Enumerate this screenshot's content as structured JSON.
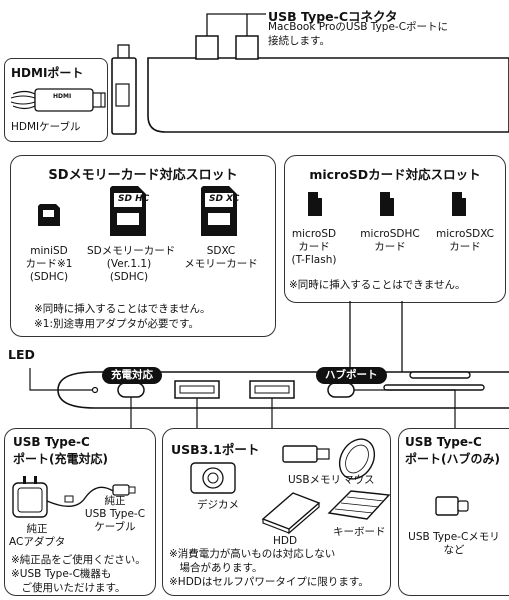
{
  "usbc_connector": {
    "title": "USB Type-Cコネクタ",
    "desc_line1": "MacBook ProのUSB Type-Cポートに",
    "desc_line2": "接続します。"
  },
  "hdmi": {
    "port_title": "HDMIポート",
    "cable_label": "HDMIケーブル",
    "plug_text": "HDMI"
  },
  "sd_section": {
    "title": "SDメモリーカード対応スロット",
    "cards": [
      {
        "line1": "miniSD",
        "line2": "カード※1",
        "line3": "(SDHC)"
      },
      {
        "line1": "SDメモリーカード",
        "line2": "(Ver.1.1)",
        "line3": "(SDHC)"
      },
      {
        "line1": "SDXC",
        "line2": "メモリーカード",
        "line3": ""
      }
    ],
    "note1": "※同時に挿入することはできません。",
    "note2": "※1:別途専用アダプタが必要です。",
    "sdhc_logo": "SD HC",
    "sdxc_logo": "SD XC"
  },
  "microsd_section": {
    "title": "microSDカード対応スロット",
    "cards": [
      {
        "line1": "microSD",
        "line2": "カード",
        "line3": "(T-Flash)"
      },
      {
        "line1": "microSDHC",
        "line2": "カード",
        "line3": ""
      },
      {
        "line1": "microSDXC",
        "line2": "カード",
        "line3": ""
      }
    ],
    "note": "※同時に挿入することはできません。"
  },
  "led_label": "LED",
  "pills": {
    "charging": "充電対応",
    "hub": "ハブポート"
  },
  "usbc_charge": {
    "title1": "USB Type-C",
    "title2": "ポート(充電対応)",
    "adapter_line1": "純正",
    "adapter_line2": "ACアダプタ",
    "cable_line1": "純正",
    "cable_line2": "USB Type-C",
    "cable_line3": "ケーブル",
    "note1": "※純正品をご使用ください。",
    "note2": "※USB Type-C機器も",
    "note3": "　ご使用いただけます。"
  },
  "usb31": {
    "title": "USB3.1ポート",
    "usb_memory": "USBメモリ",
    "mouse": "マウス",
    "camera": "デジカメ",
    "hdd": "HDD",
    "keyboard": "キーボード",
    "note1": "※消費電力が高いものは対応しない",
    "note2": "　場合があります。",
    "note3": "※HDDはセルフパワータイプに限ります。"
  },
  "usbc_hub": {
    "title1": "USB Type-C",
    "title2": "ポート(ハブのみ)",
    "device_line1": "USB Type-Cメモリ",
    "device_line2": "など"
  }
}
